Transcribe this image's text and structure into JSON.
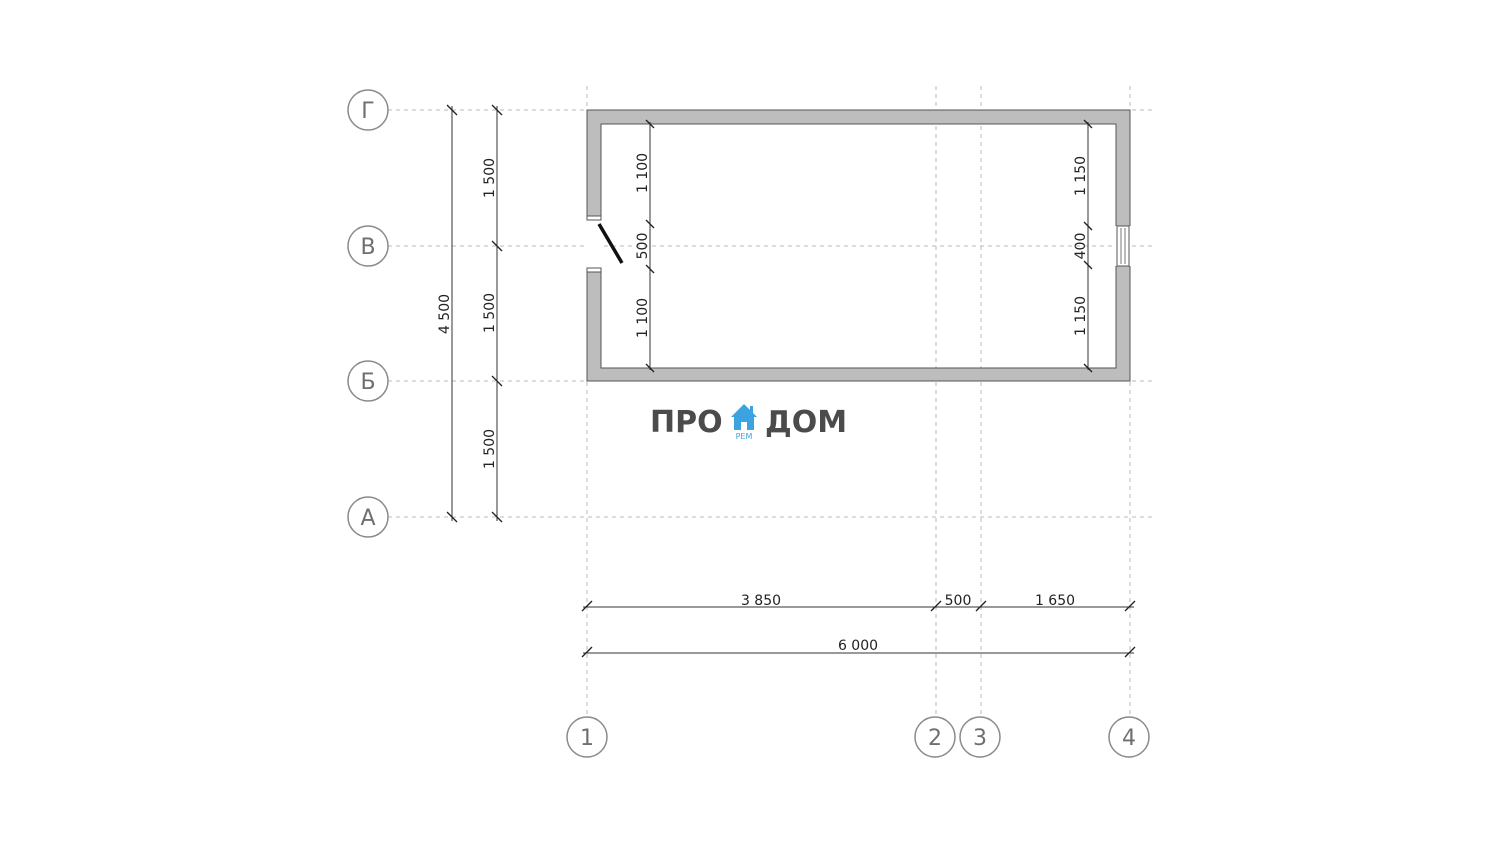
{
  "axes": {
    "rows": [
      "Г",
      "В",
      "Б",
      "А"
    ],
    "columns": [
      "1",
      "2",
      "3",
      "4"
    ]
  },
  "dimensions": {
    "left_total": "4 500",
    "left_segments": [
      "1 500",
      "1 500",
      "1 500"
    ],
    "inner_left": [
      "1 100",
      "500",
      "1 100"
    ],
    "inner_right": [
      "1 150",
      "400",
      "1 150"
    ],
    "bottom_segments": [
      "3 850",
      "500",
      "1 650"
    ],
    "bottom_total": "6 000"
  },
  "logo": {
    "left": "ПРО",
    "right": "ДОМ",
    "sub": "РЕМ"
  },
  "colors": {
    "wall": "#bdbdbd",
    "logo_text": "#4b4b4b",
    "logo_accent": "#3aa3e0"
  }
}
